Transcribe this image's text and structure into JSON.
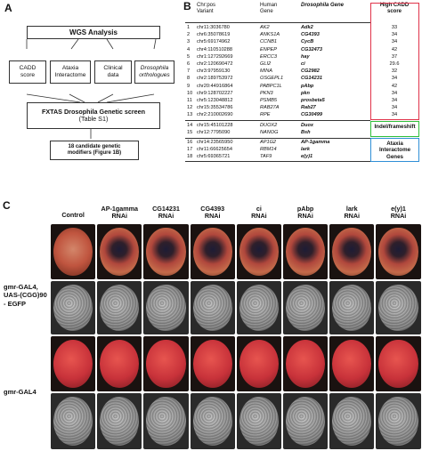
{
  "panels": {
    "a": "A",
    "b": "B",
    "c": "C"
  },
  "flow": {
    "wgs": "WGS Analysis",
    "cadd": "CADD\nscore",
    "ataxia": "Ataxia\nInteractome",
    "clinical": "Clinical\ndata",
    "drosophila_orth": "Drosophila\northologues",
    "screen_line1": "FXTAS Drosophila Genetic screen",
    "screen_line2": "(Table S1)",
    "candidates": "18 candidate genetic\nmodifiers (Figure 1B)"
  },
  "table": {
    "headers": {
      "variant": "Chr:pos\nVariant",
      "human": "Human\nGene",
      "dros": "Drosophila Gene",
      "score": "High CADD\nscore"
    },
    "rows": [
      {
        "n": "1",
        "var": "chr11:3036780",
        "hum": "AK2",
        "dros": "Adk2",
        "score": "33"
      },
      {
        "n": "2",
        "var": "chr6:35078619",
        "hum": "ANKS1A",
        "dros": "CG4393",
        "score": "34"
      },
      {
        "n": "3",
        "var": "chr5:69174962",
        "hum": "CCNB1",
        "dros": "CycB",
        "score": "34"
      },
      {
        "n": "4",
        "var": "chr4:110510288",
        "hum": "ENPEP",
        "dros": "CG32473",
        "score": "42"
      },
      {
        "n": "5",
        "var": "chr1:127292669",
        "hum": "ERCC3",
        "dros": "hay",
        "score": "37"
      },
      {
        "n": "6",
        "var": "chr2:120690472",
        "hum": "GLI2",
        "dros": "ci",
        "score": "29.6"
      },
      {
        "n": "7",
        "var": "chr3:97959130",
        "hum": "MINA",
        "dros": "CG2982",
        "score": "32"
      },
      {
        "n": "8",
        "var": "chr2:189753972",
        "hum": "OSGEPL1",
        "dros": "CG14231",
        "score": "34"
      },
      {
        "n": "9",
        "var": "chr20:44916864",
        "hum": "PABPC1L",
        "dros": "pAbp",
        "score": "42"
      },
      {
        "n": "10",
        "var": "chr9:128702227",
        "hum": "PKN3",
        "dros": "pkn",
        "score": "34"
      },
      {
        "n": "11",
        "var": "chr5:123048812",
        "hum": "PSMB5",
        "dros": "prosbeta5",
        "score": "34"
      },
      {
        "n": "12",
        "var": "chr15:35534786",
        "hum": "RAB27A",
        "dros": "Rab27",
        "score": "34"
      },
      {
        "n": "13",
        "var": "chr2:210002690",
        "hum": "RPE",
        "dros": "CG30499",
        "score": "34"
      },
      {
        "n": "14",
        "var": "chr15:45101228",
        "hum": "DUOX2",
        "dros": "Duox",
        "score": ""
      },
      {
        "n": "15",
        "var": "chr12:7795090",
        "hum": "NANOG",
        "dros": "Bsh",
        "score": ""
      },
      {
        "n": "16",
        "var": "chr14:23565950",
        "hum": "AP1G2",
        "dros": "AP-1gamma",
        "score": ""
      },
      {
        "n": "17",
        "var": "chr11:66625654",
        "hum": "RBM14",
        "dros": "lark",
        "score": ""
      },
      {
        "n": "18",
        "var": "chr5:69365721",
        "hum": "TAF9",
        "dros": "e(y)1",
        "score": ""
      }
    ],
    "indel_label": "Indel/frameshift",
    "ataxia_label": "Ataxia\nInteractome\nGenes"
  },
  "colors": {
    "cadd_box": "#e0334a",
    "indel_box": "#2fbf3a",
    "ataxia_box": "#2f8fd6"
  },
  "grid": {
    "columns": [
      "Control",
      "AP-1gamma\nRNAi",
      "CG14231\nRNAi",
      "CG4393\nRNAi",
      "ci\nRNAi",
      "pAbp\nRNAi",
      "lark\nRNAi",
      "e(y)1\nRNAi"
    ],
    "row_label_1": "gmr-GAL4,\nUAS-(CGG)90\n- EGFP",
    "row_label_2": "gmr-GAL4"
  }
}
